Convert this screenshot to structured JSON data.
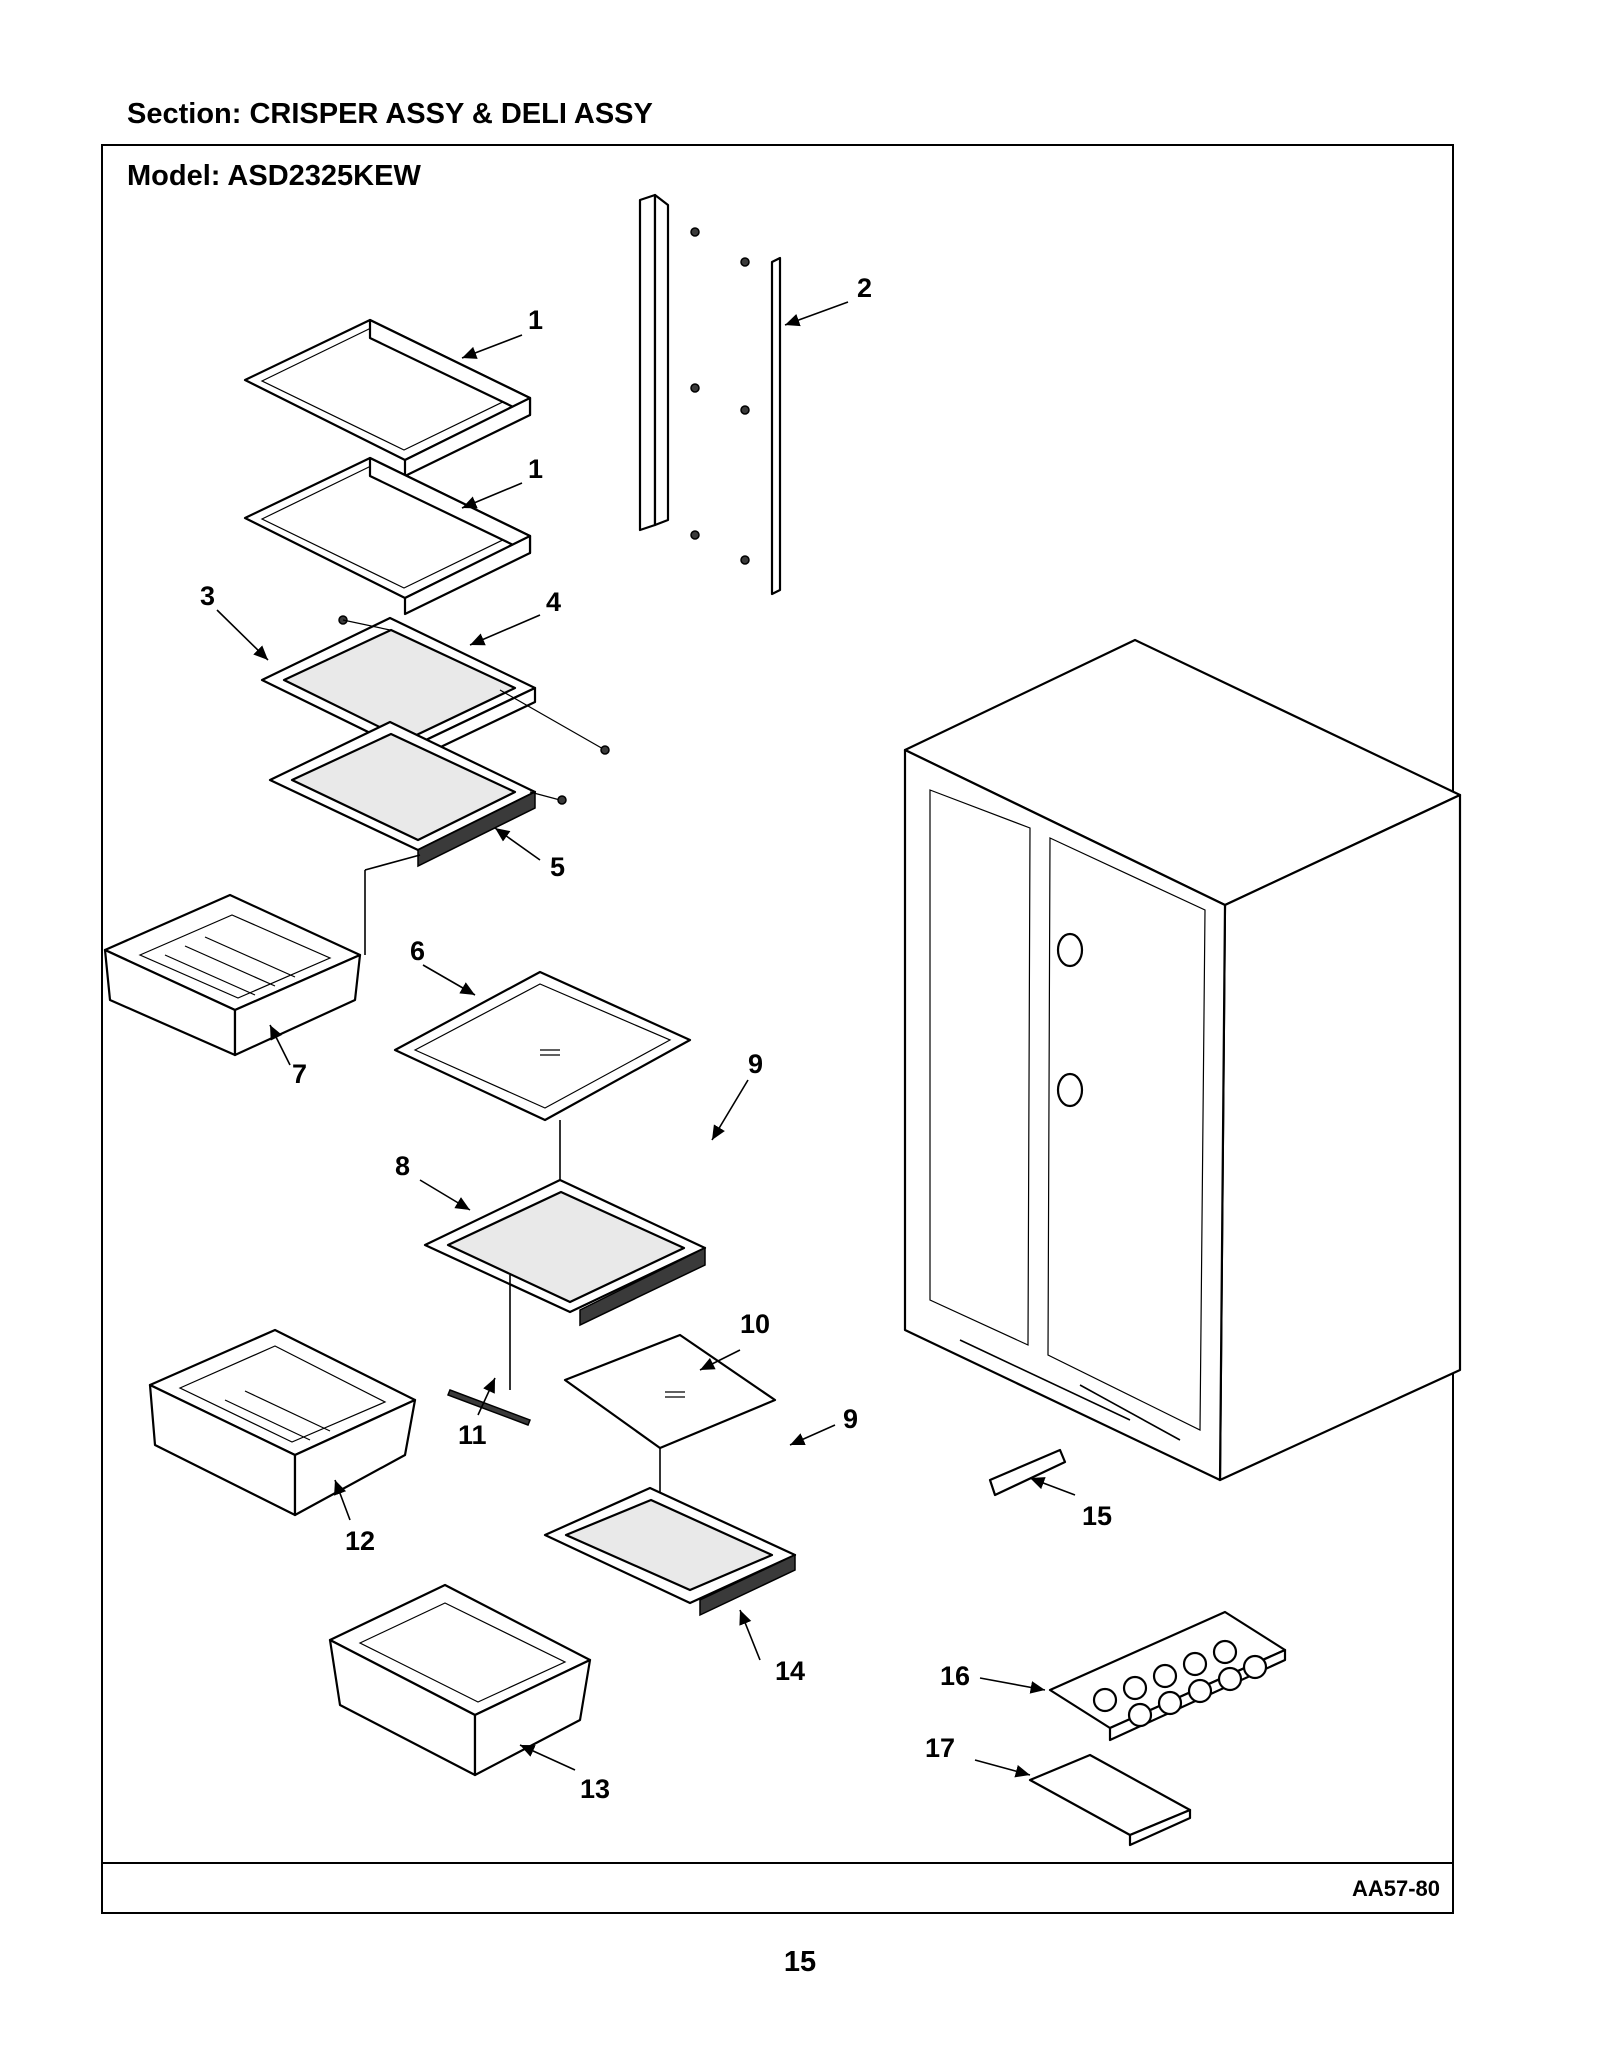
{
  "section_title": "Section:  CRISPER ASSY & DELI ASSY",
  "model_title": "Model:  ASD2325KEW",
  "drawing_code": "AA57-80",
  "page_number": "15",
  "callouts": [
    {
      "id": "c1a",
      "label": "1"
    },
    {
      "id": "c1b",
      "label": "1"
    },
    {
      "id": "c2",
      "label": "2"
    },
    {
      "id": "c3",
      "label": "3"
    },
    {
      "id": "c4",
      "label": "4"
    },
    {
      "id": "c5",
      "label": "5"
    },
    {
      "id": "c6",
      "label": "6"
    },
    {
      "id": "c7",
      "label": "7"
    },
    {
      "id": "c8",
      "label": "8"
    },
    {
      "id": "c9a",
      "label": "9"
    },
    {
      "id": "c9b",
      "label": "9"
    },
    {
      "id": "c10",
      "label": "10"
    },
    {
      "id": "c11",
      "label": "11"
    },
    {
      "id": "c12",
      "label": "12"
    },
    {
      "id": "c13",
      "label": "13"
    },
    {
      "id": "c14",
      "label": "14"
    },
    {
      "id": "c15",
      "label": "15"
    },
    {
      "id": "c16",
      "label": "16"
    },
    {
      "id": "c17",
      "label": "17"
    }
  ]
}
